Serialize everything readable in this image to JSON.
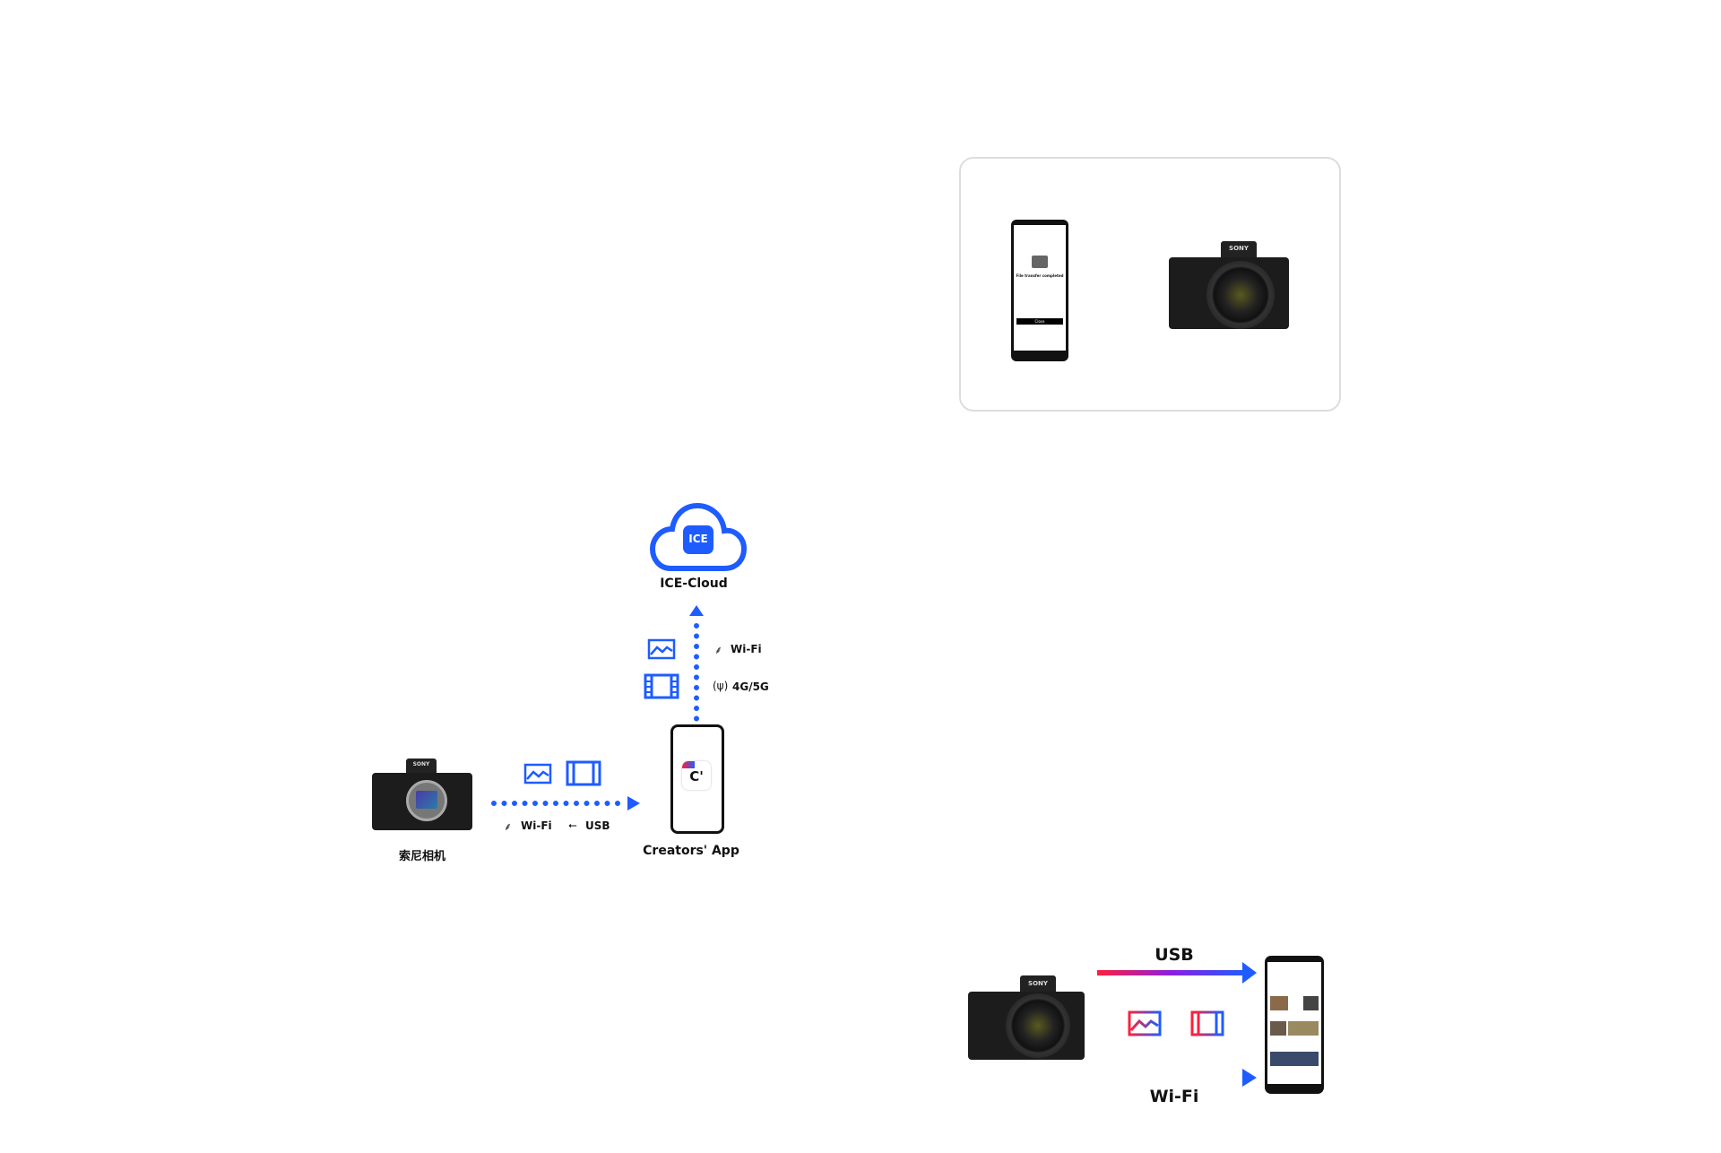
{
  "colors": {
    "accent_blue": "#1f5cff",
    "gradient_start": "#ff1f3d",
    "gradient_end": "#1f5cff",
    "card_border": "#dddddd"
  },
  "workflow_diagram": {
    "cloud": {
      "icon_text": "ICE",
      "label": "ICE-Cloud"
    },
    "camera_label": "索尼相机",
    "camera_brand": "SONY",
    "app": {
      "icon_text": "C'",
      "label": "Creators' App"
    },
    "camera_to_app": {
      "wifi_label": "Wi-Fi",
      "usb_label": "USB"
    },
    "app_to_cloud": {
      "wifi_label": "Wi-Fi",
      "cellular_label": "4G/5G"
    }
  },
  "transfer_card": {
    "phone_screen": {
      "status_text": "File transfer completed",
      "button": "Close"
    },
    "camera_brand": "SONY"
  },
  "transfer_diagram": {
    "usb_label": "USB",
    "wifi_label": "Wi-Fi",
    "camera_brand": "SONY"
  }
}
